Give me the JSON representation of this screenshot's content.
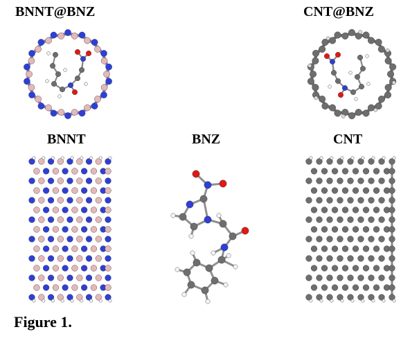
{
  "figure": {
    "caption": "Figure 1.",
    "labels": {
      "bnnt_bnz": "BNNT@BNZ",
      "cnt_bnz": "CNT@BNZ",
      "bnnt": "BNNT",
      "bnz": "BNZ",
      "cnt": "CNT"
    },
    "colors": {
      "boron": "#e6b8b8",
      "nitrogen": "#2f3fd6",
      "carbon": "#6e6e6e",
      "oxygen": "#e01818",
      "hydrogen": "#f4f4f4"
    }
  }
}
